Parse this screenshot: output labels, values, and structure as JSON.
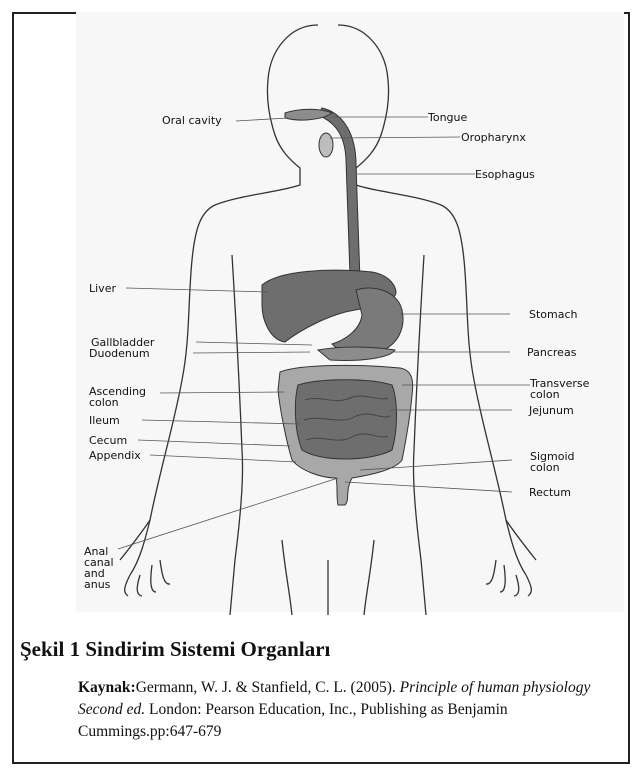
{
  "labels": {
    "oral_cavity": "Oral cavity",
    "tongue": "Tongue",
    "oropharynx": "Oropharynx",
    "esophagus": "Esophagus",
    "liver": "Liver",
    "stomach": "Stomach",
    "gallbladder": "Gallbladder",
    "duodenum": "Duodenum",
    "pancreas": "Pancreas",
    "ascending_colon_1": "Ascending",
    "ascending_colon_2": "colon",
    "transverse_colon_1": "Transverse",
    "transverse_colon_2": "colon",
    "jejunum": "Jejunum",
    "ileum": "Ileum",
    "cecum": "Cecum",
    "appendix": "Appendix",
    "sigmoid_colon_1": "Sigmoid",
    "sigmoid_colon_2": "colon",
    "rectum": "Rectum",
    "anal_canal_1": "Anal",
    "anal_canal_2": "canal",
    "anal_canal_3": "and",
    "anal_canal_4": "anus"
  },
  "caption": {
    "title": "Şekil 1 Sindirim Sistemi Organları",
    "source_key": "Kaynak:",
    "source_authors": "Germann, W. J. & Stanfield, C. L. (2005). ",
    "source_title": "Principle of human physiology Second ed.",
    "source_rest": " London: Pearson Education, Inc., Publishing as Benjamin Cummings.pp:647-679"
  },
  "colors": {
    "organ_dark": "#6e6e6e",
    "organ_mid": "#8c8c8c",
    "intestine": "#a8a8a8",
    "outline": "#333333"
  }
}
